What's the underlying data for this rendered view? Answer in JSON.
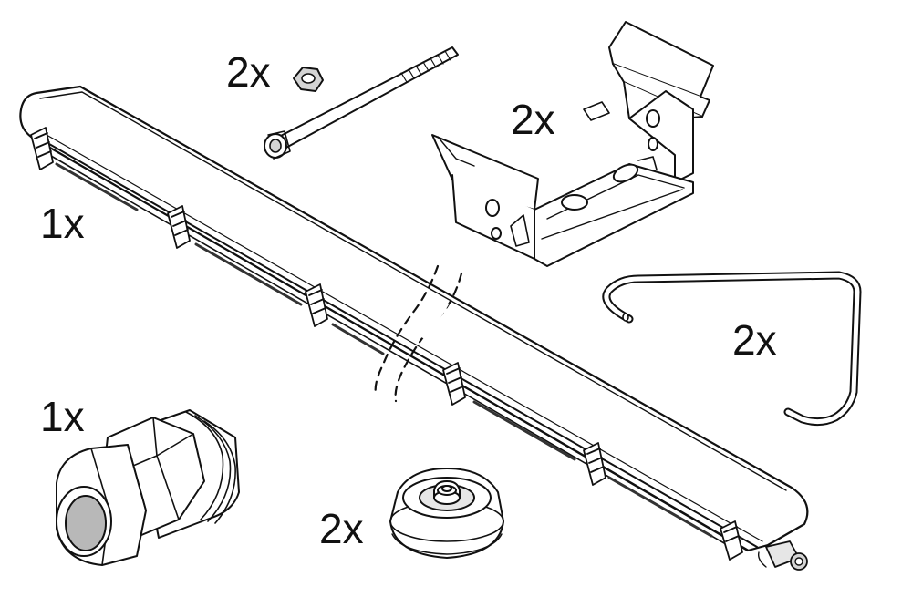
{
  "colors": {
    "line": "#111111",
    "fill": "#ffffff",
    "shade_light": "#d4d4d4",
    "shade_mid": "#b8b8b8",
    "shade_dark": "#9a9a9a"
  },
  "parts": [
    {
      "id": "luminaire",
      "quantity": "1x",
      "icon": "linear-luminaire-icon"
    },
    {
      "id": "cable-gland",
      "quantity": "1x",
      "icon": "cable-gland-icon"
    },
    {
      "id": "bolt-and-nut",
      "quantity": "2x",
      "icon": "bolt-with-nut-icon"
    },
    {
      "id": "mounting-bracket",
      "quantity": "2x",
      "icon": "mounting-bracket-icon"
    },
    {
      "id": "wire-hanger",
      "quantity": "2x",
      "icon": "wire-hanger-icon"
    },
    {
      "id": "end-cap",
      "quantity": "2x",
      "icon": "end-cap-icon"
    }
  ]
}
